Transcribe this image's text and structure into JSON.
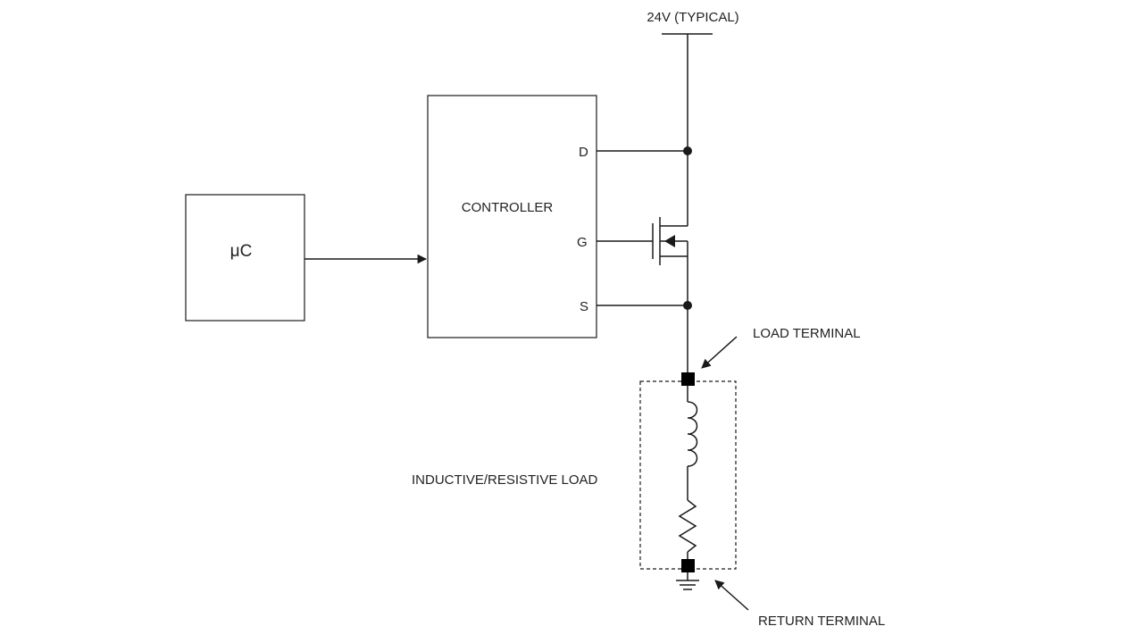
{
  "supply": {
    "label": "24V (TYPICAL)"
  },
  "microcontroller": {
    "label": "μC"
  },
  "controller": {
    "label": "CONTROLLER",
    "pins": {
      "d": "D",
      "g": "G",
      "s": "S"
    }
  },
  "load": {
    "label": "INDUCTIVE/RESISTIVE LOAD",
    "load_terminal": "LOAD TERMINAL",
    "return_terminal": "RETURN TERMINAL"
  }
}
